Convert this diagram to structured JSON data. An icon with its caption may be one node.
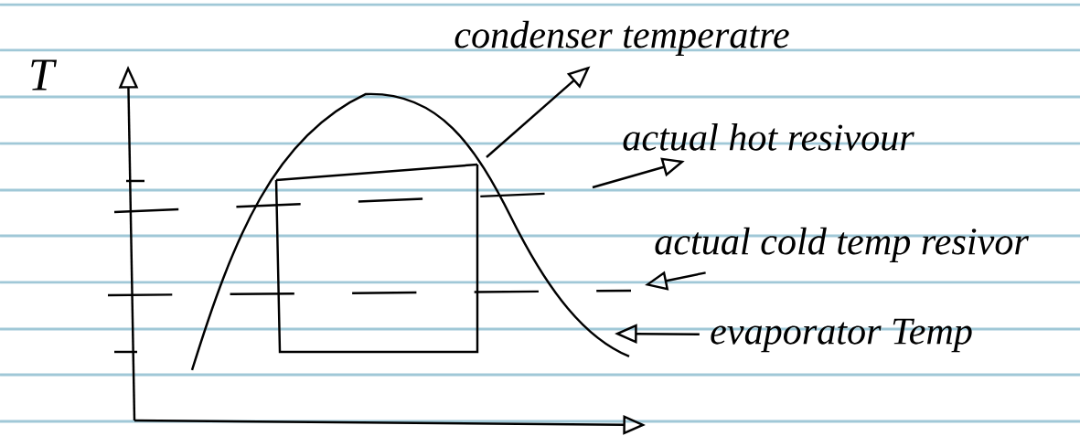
{
  "diagram": {
    "nodes": [
      {
        "text": [
          "condenser temperatre"
        ]
      },
      {
        "text": [
          "actual hot resivour"
        ]
      },
      {
        "text": [
          "actual cold temp resivor"
        ]
      },
      {
        "text": [
          "evaporator Temp"
        ]
      }
    ],
    "edges": [
      {
        "from": null,
        "to": 0,
        "arrow": "to"
      },
      {
        "from": null,
        "to": 1,
        "arrow": "to"
      },
      {
        "from": 2,
        "to": null,
        "arrow": "to"
      },
      {
        "from": 3,
        "to": null,
        "arrow": "to"
      }
    ],
    "labels": [
      "T"
    ]
  }
}
